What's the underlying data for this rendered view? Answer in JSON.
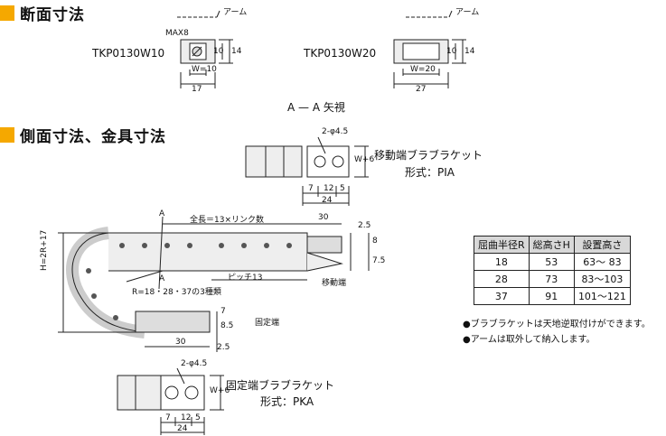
{
  "section1": {
    "title": "断面寸法"
  },
  "section2": {
    "title": "側面寸法、金具寸法"
  },
  "cross_section": {
    "left": {
      "model": "TKP0130W10",
      "arm_label": "アーム",
      "max_label": "MAX8",
      "w_label": "W=10",
      "height_outer": "14",
      "height_inner": "10",
      "width_total": "17"
    },
    "right": {
      "model": "TKP0130W20",
      "arm_label": "アーム",
      "w_label": "W=20",
      "height_outer": "14",
      "height_inner": "10",
      "width_total": "27"
    },
    "view_caption": "A — A 矢視"
  },
  "moving_bracket": {
    "title": "移動端ブラブラケット",
    "type_label": "形式：PIA",
    "hole_label": "2-φ4.5",
    "dim_w": "W+6",
    "dims": [
      "7",
      "12",
      "5"
    ],
    "total": "24"
  },
  "fixed_bracket": {
    "title": "固定端ブラブラケット",
    "type_label": "形式：PKA",
    "hole_label": "2-φ4.5",
    "dim_w": "W+6",
    "dims": [
      "7",
      "12",
      "5"
    ],
    "total": "24"
  },
  "side_view": {
    "length_label": "全長＝13×リンク数",
    "dim_30_top": "30",
    "dim_30_bottom": "30",
    "pitch_label": "ピッチ13",
    "moving_end_label": "移動端",
    "fixed_end_label": "固定端",
    "radius_label": "R=18・28・37の3種類",
    "height_label": "H=2R+17",
    "section_mark_a": "A",
    "dims_right": [
      "2.5",
      "8",
      "7.5"
    ],
    "dims_fixed": [
      "7",
      "8.5"
    ],
    "dim_25_bottom": "2.5"
  },
  "table": {
    "headers": [
      "屈曲半径R",
      "総高さH",
      "設置高さ"
    ],
    "rows": [
      [
        "18",
        "53",
        "63〜 83"
      ],
      [
        "28",
        "73",
        "83〜103"
      ],
      [
        "37",
        "91",
        "101〜121"
      ]
    ]
  },
  "notes": [
    "●ブラブラケットは天地逆取付けができます。",
    "●アームは取外して納入します。"
  ]
}
